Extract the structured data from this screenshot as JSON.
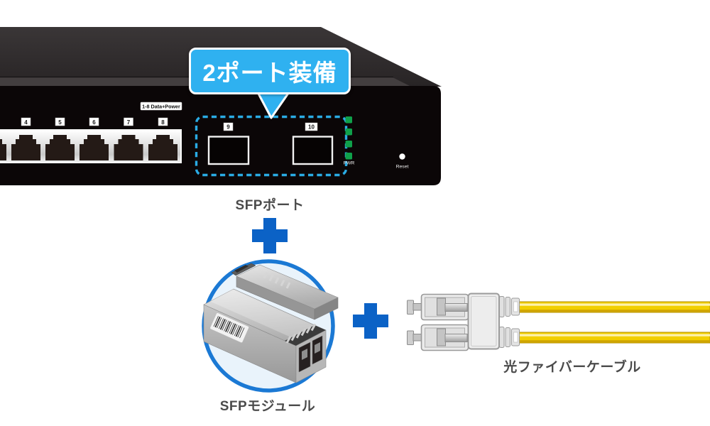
{
  "page": {
    "background": "#ffffff"
  },
  "colors": {
    "callout_blue": "#2fb1f0",
    "dashed_outline_blue": "#2aabe4",
    "plus_blue": "#0b62c6",
    "circle_ring_blue": "#1b79d4",
    "led_green": "#0fa04a",
    "cable_yellow": "#f2cf00",
    "caption_gray": "#4b4b4b",
    "switch_front_black": "#0b0607"
  },
  "callout": {
    "label": "2ポート装備"
  },
  "switch_panel": {
    "group_badge": "1-8 Data+Power",
    "rj45_port_numbers": [
      "4",
      "5",
      "6",
      "7",
      "8"
    ],
    "sfp_port_numbers": [
      "9",
      "10"
    ],
    "power_led_label": "PWR",
    "reset_label": "Reset"
  },
  "captions": {
    "sfp_port": "SFPポート",
    "sfp_module": "SFPモジュール",
    "fiber_cable": "光ファイバーケーブル"
  }
}
